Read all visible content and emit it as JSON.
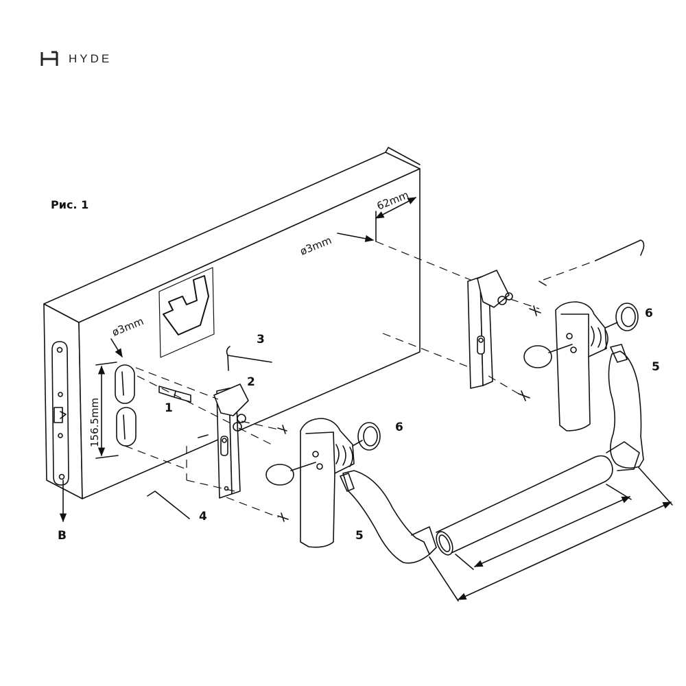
{
  "brand": {
    "name": "HYDE",
    "logo_icon": "hyde-h-monogram-icon"
  },
  "figure": {
    "caption": "Рис. 1"
  },
  "dimensions": {
    "hole_diameter_left": "ø3mm",
    "hole_diameter_right": "ø3mm",
    "hole_spacing": "156.5mm",
    "edge_offset": "62mm"
  },
  "part_labels": {
    "p1": "1",
    "p2": "2",
    "p3": "3",
    "p4": "4",
    "p5_left": "5",
    "p5_right": "5",
    "p6_left": "6",
    "p6_right": "6",
    "b": "B"
  },
  "colors": {
    "line": "#111111",
    "background": "#ffffff",
    "logo": "#222222"
  }
}
